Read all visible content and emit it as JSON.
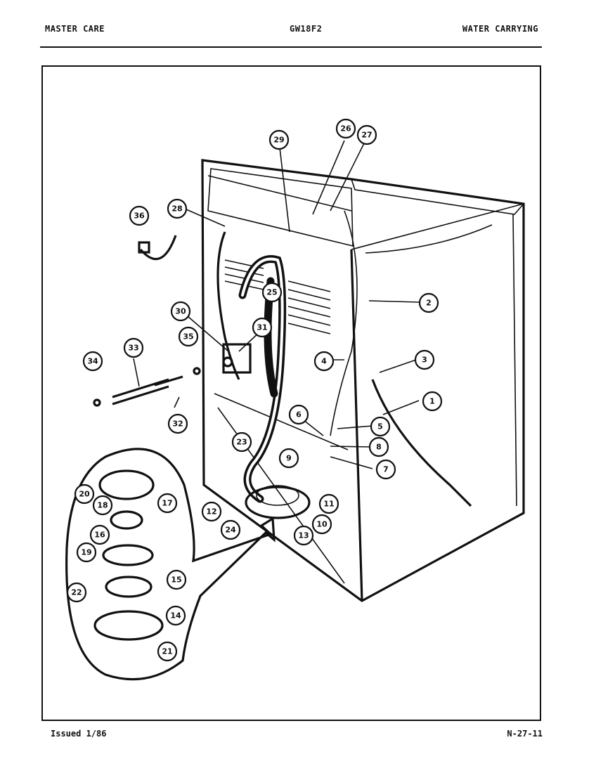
{
  "header": {
    "left": "MASTER CARE",
    "center": "GW18F2",
    "right": "WATER CARRYING"
  },
  "footer": {
    "left": "Issued 1/86",
    "right": "N-27-11"
  },
  "callouts": [
    "1",
    "2",
    "3",
    "4",
    "5",
    "6",
    "7",
    "8",
    "9",
    "10",
    "11",
    "12",
    "13",
    "14",
    "15",
    "16",
    "17",
    "18",
    "19",
    "20",
    "21",
    "22",
    "23",
    "24",
    "25",
    "26",
    "27",
    "28",
    "29",
    "30",
    "31",
    "32",
    "33",
    "34",
    "35",
    "36"
  ]
}
